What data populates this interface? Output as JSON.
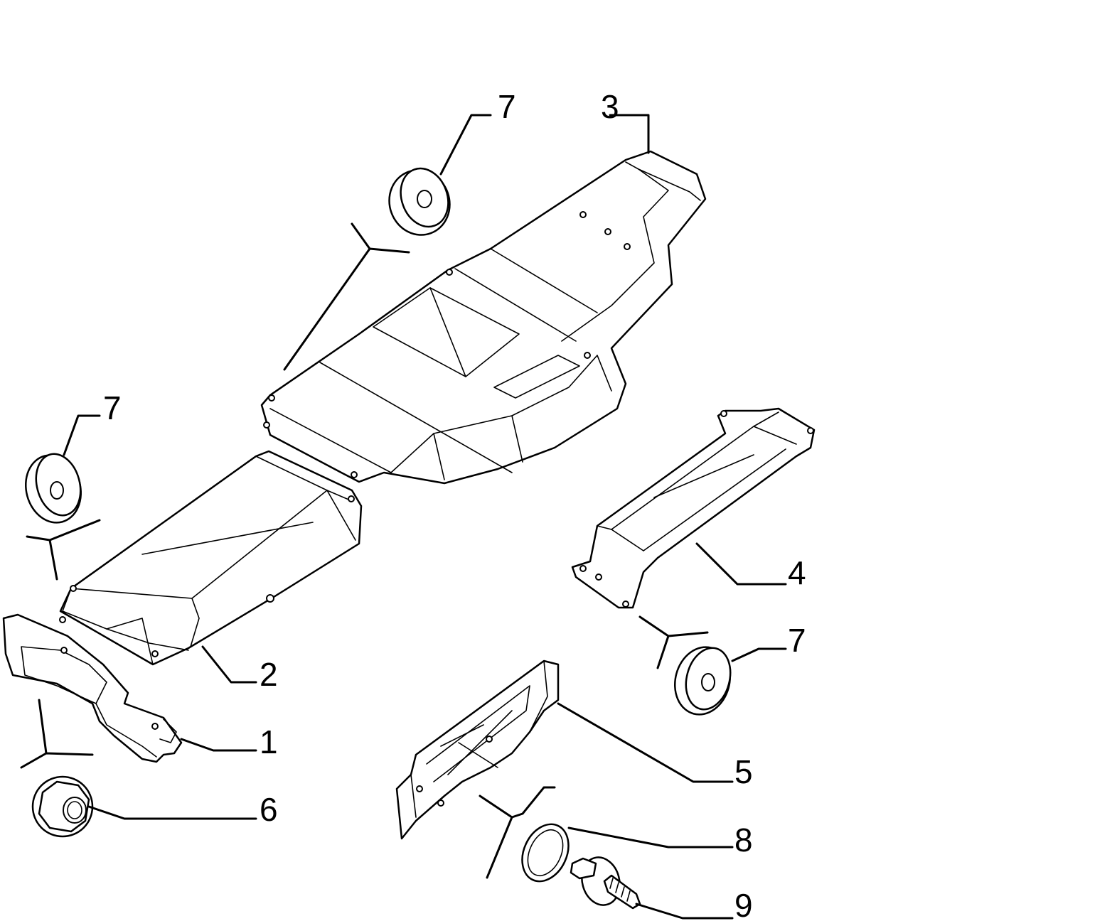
{
  "callouts": {
    "c1": "1",
    "c2": "2",
    "c3": "3",
    "c4": "4",
    "c5": "5",
    "c6": "6",
    "c7_top": "7",
    "c7_left": "7",
    "c7_right": "7",
    "c8": "8",
    "c9": "9"
  },
  "colors": {
    "ink": "#000000",
    "paper": "#ffffff"
  }
}
